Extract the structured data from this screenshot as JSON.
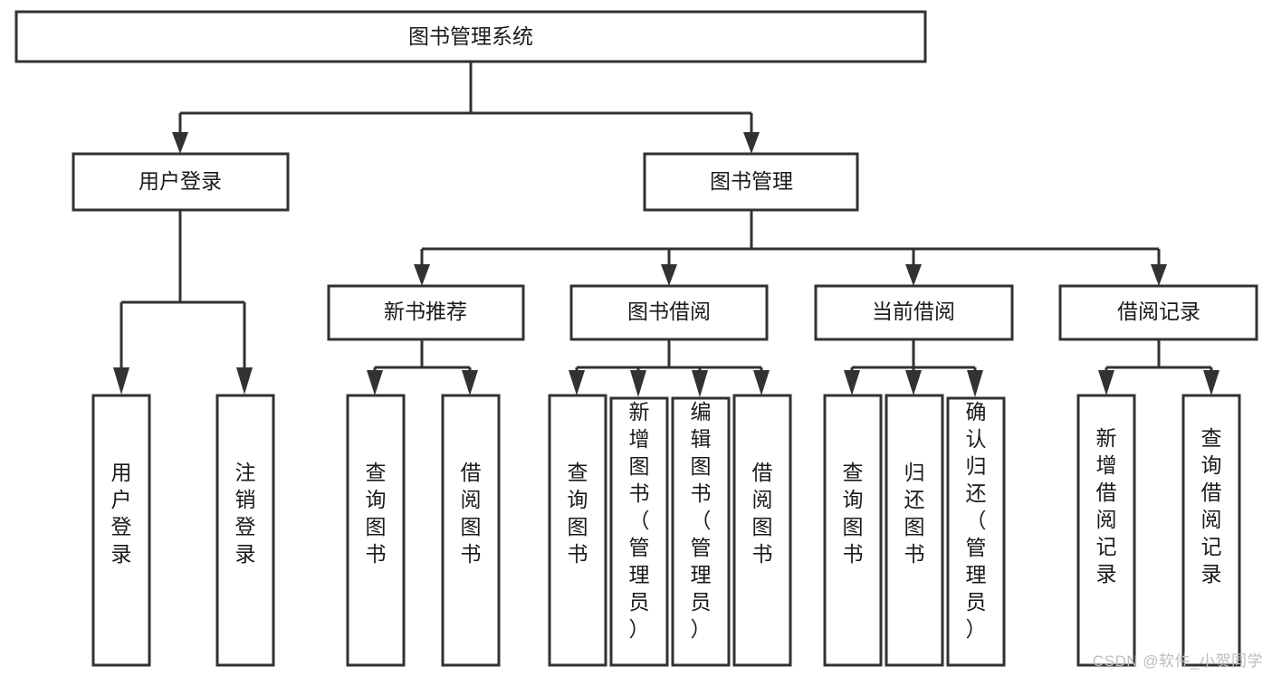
{
  "diagram": {
    "type": "tree-hierarchy-chart",
    "title": "图书管理系统",
    "orientation": "top-down",
    "colors": {
      "box_fill": "#ffffff",
      "box_stroke": "#323232",
      "text": "#1a1a1a",
      "background": "#ffffff",
      "watermark": "#bdbdbd"
    },
    "levels": [
      {
        "level": 1,
        "nodes": [
          {
            "id": "root",
            "label": "图书管理系统",
            "text_orientation": "horizontal"
          }
        ]
      },
      {
        "level": 2,
        "nodes": [
          {
            "id": "user-login",
            "label": "用户登录",
            "parent": "root",
            "text_orientation": "horizontal"
          },
          {
            "id": "book-manage",
            "label": "图书管理",
            "parent": "root",
            "text_orientation": "horizontal"
          }
        ]
      },
      {
        "level": 3,
        "nodes": [
          {
            "id": "new-book-rec",
            "label": "新书推荐",
            "parent": "book-manage",
            "text_orientation": "horizontal"
          },
          {
            "id": "book-borrow",
            "label": "图书借阅",
            "parent": "book-manage",
            "text_orientation": "horizontal"
          },
          {
            "id": "current-borrow",
            "label": "当前借阅",
            "parent": "book-manage",
            "text_orientation": "horizontal"
          },
          {
            "id": "borrow-record",
            "label": "借阅记录",
            "parent": "book-manage",
            "text_orientation": "horizontal"
          }
        ]
      },
      {
        "level": 4,
        "nodes": [
          {
            "id": "leaf-user-login",
            "label": "用户登录",
            "parent": "user-login",
            "text_orientation": "vertical"
          },
          {
            "id": "leaf-logout",
            "label": "注销登录",
            "parent": "user-login",
            "text_orientation": "vertical"
          },
          {
            "id": "leaf-query-book-1",
            "label": "查询图书",
            "parent": "new-book-rec",
            "text_orientation": "vertical"
          },
          {
            "id": "leaf-borrow-book-1",
            "label": "借阅图书",
            "parent": "new-book-rec",
            "text_orientation": "vertical"
          },
          {
            "id": "leaf-query-book-2",
            "label": "查询图书",
            "parent": "book-borrow",
            "text_orientation": "vertical"
          },
          {
            "id": "leaf-add-book",
            "label": "新增图书（管理员）",
            "parent": "book-borrow",
            "text_orientation": "vertical"
          },
          {
            "id": "leaf-edit-book",
            "label": "编辑图书（管理员）",
            "parent": "book-borrow",
            "text_orientation": "vertical"
          },
          {
            "id": "leaf-borrow-book-2",
            "label": "借阅图书",
            "parent": "book-borrow",
            "text_orientation": "vertical"
          },
          {
            "id": "leaf-query-book-3",
            "label": "查询图书",
            "parent": "current-borrow",
            "text_orientation": "vertical"
          },
          {
            "id": "leaf-return-book",
            "label": "归还图书",
            "parent": "current-borrow",
            "text_orientation": "vertical"
          },
          {
            "id": "leaf-confirm-return",
            "label": "确认归还（管理员）",
            "parent": "current-borrow",
            "text_orientation": "vertical"
          },
          {
            "id": "leaf-add-record",
            "label": "新增借阅记录",
            "parent": "borrow-record",
            "text_orientation": "vertical"
          },
          {
            "id": "leaf-query-record",
            "label": "查询借阅记录",
            "parent": "borrow-record",
            "text_orientation": "vertical"
          }
        ]
      }
    ]
  },
  "watermark": {
    "text": "CSDN @软件_小贺同学"
  }
}
